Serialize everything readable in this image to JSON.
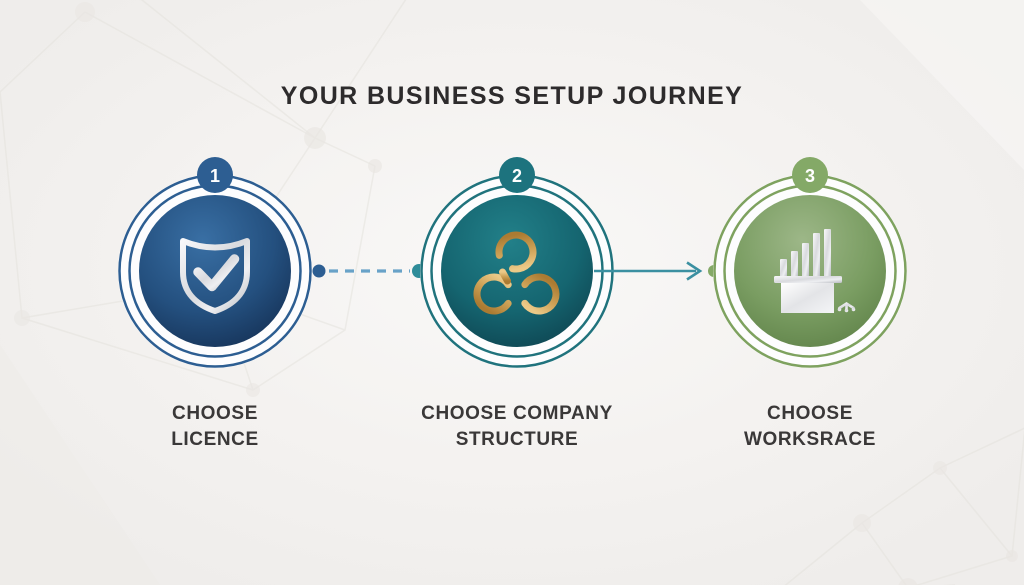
{
  "title": "YOUR BUSINESS SETUP JOURNEY",
  "steps": [
    {
      "number": "1",
      "label_line1": "CHOOSE",
      "label_line2": "LICENCE",
      "icon": "shield-check-icon",
      "colors": {
        "badge": "#2d5e92",
        "ring": "#2d5e92",
        "fill_light": "#336a9e",
        "fill_dark": "#132c50",
        "icon": "#dfe0e4"
      }
    },
    {
      "number": "2",
      "label_line1": "CHOOSE COMPANY",
      "label_line2": "STRUCTURE",
      "icon": "linked-rings-icon",
      "colors": {
        "badge": "#1d737e",
        "ring": "#20737d",
        "fill_light": "#218089",
        "fill_dark": "#0c3c49",
        "icon": "#cda156"
      }
    },
    {
      "number": "3",
      "label_line1": "CHOOSE",
      "label_line2": "WORKSRACE",
      "icon": "desk-chart-chair-icon",
      "colors": {
        "badge": "#84a967",
        "ring": "#7ea25f",
        "fill_light": "#9cb687",
        "fill_dark": "#5a7d44",
        "icon": "#e4e5e8"
      }
    }
  ],
  "connectors": [
    {
      "type": "dashed",
      "color": "#68a2c8",
      "start_dot_color": "#2d5e92",
      "end_dot_color": "#2f8c99"
    },
    {
      "type": "solid-arrow",
      "color": "#3b90a1",
      "end_dot_color": "#84a967"
    }
  ],
  "background_color": "#f2f0ee",
  "title_color": "#2d2b2c",
  "label_color": "#3a3838"
}
